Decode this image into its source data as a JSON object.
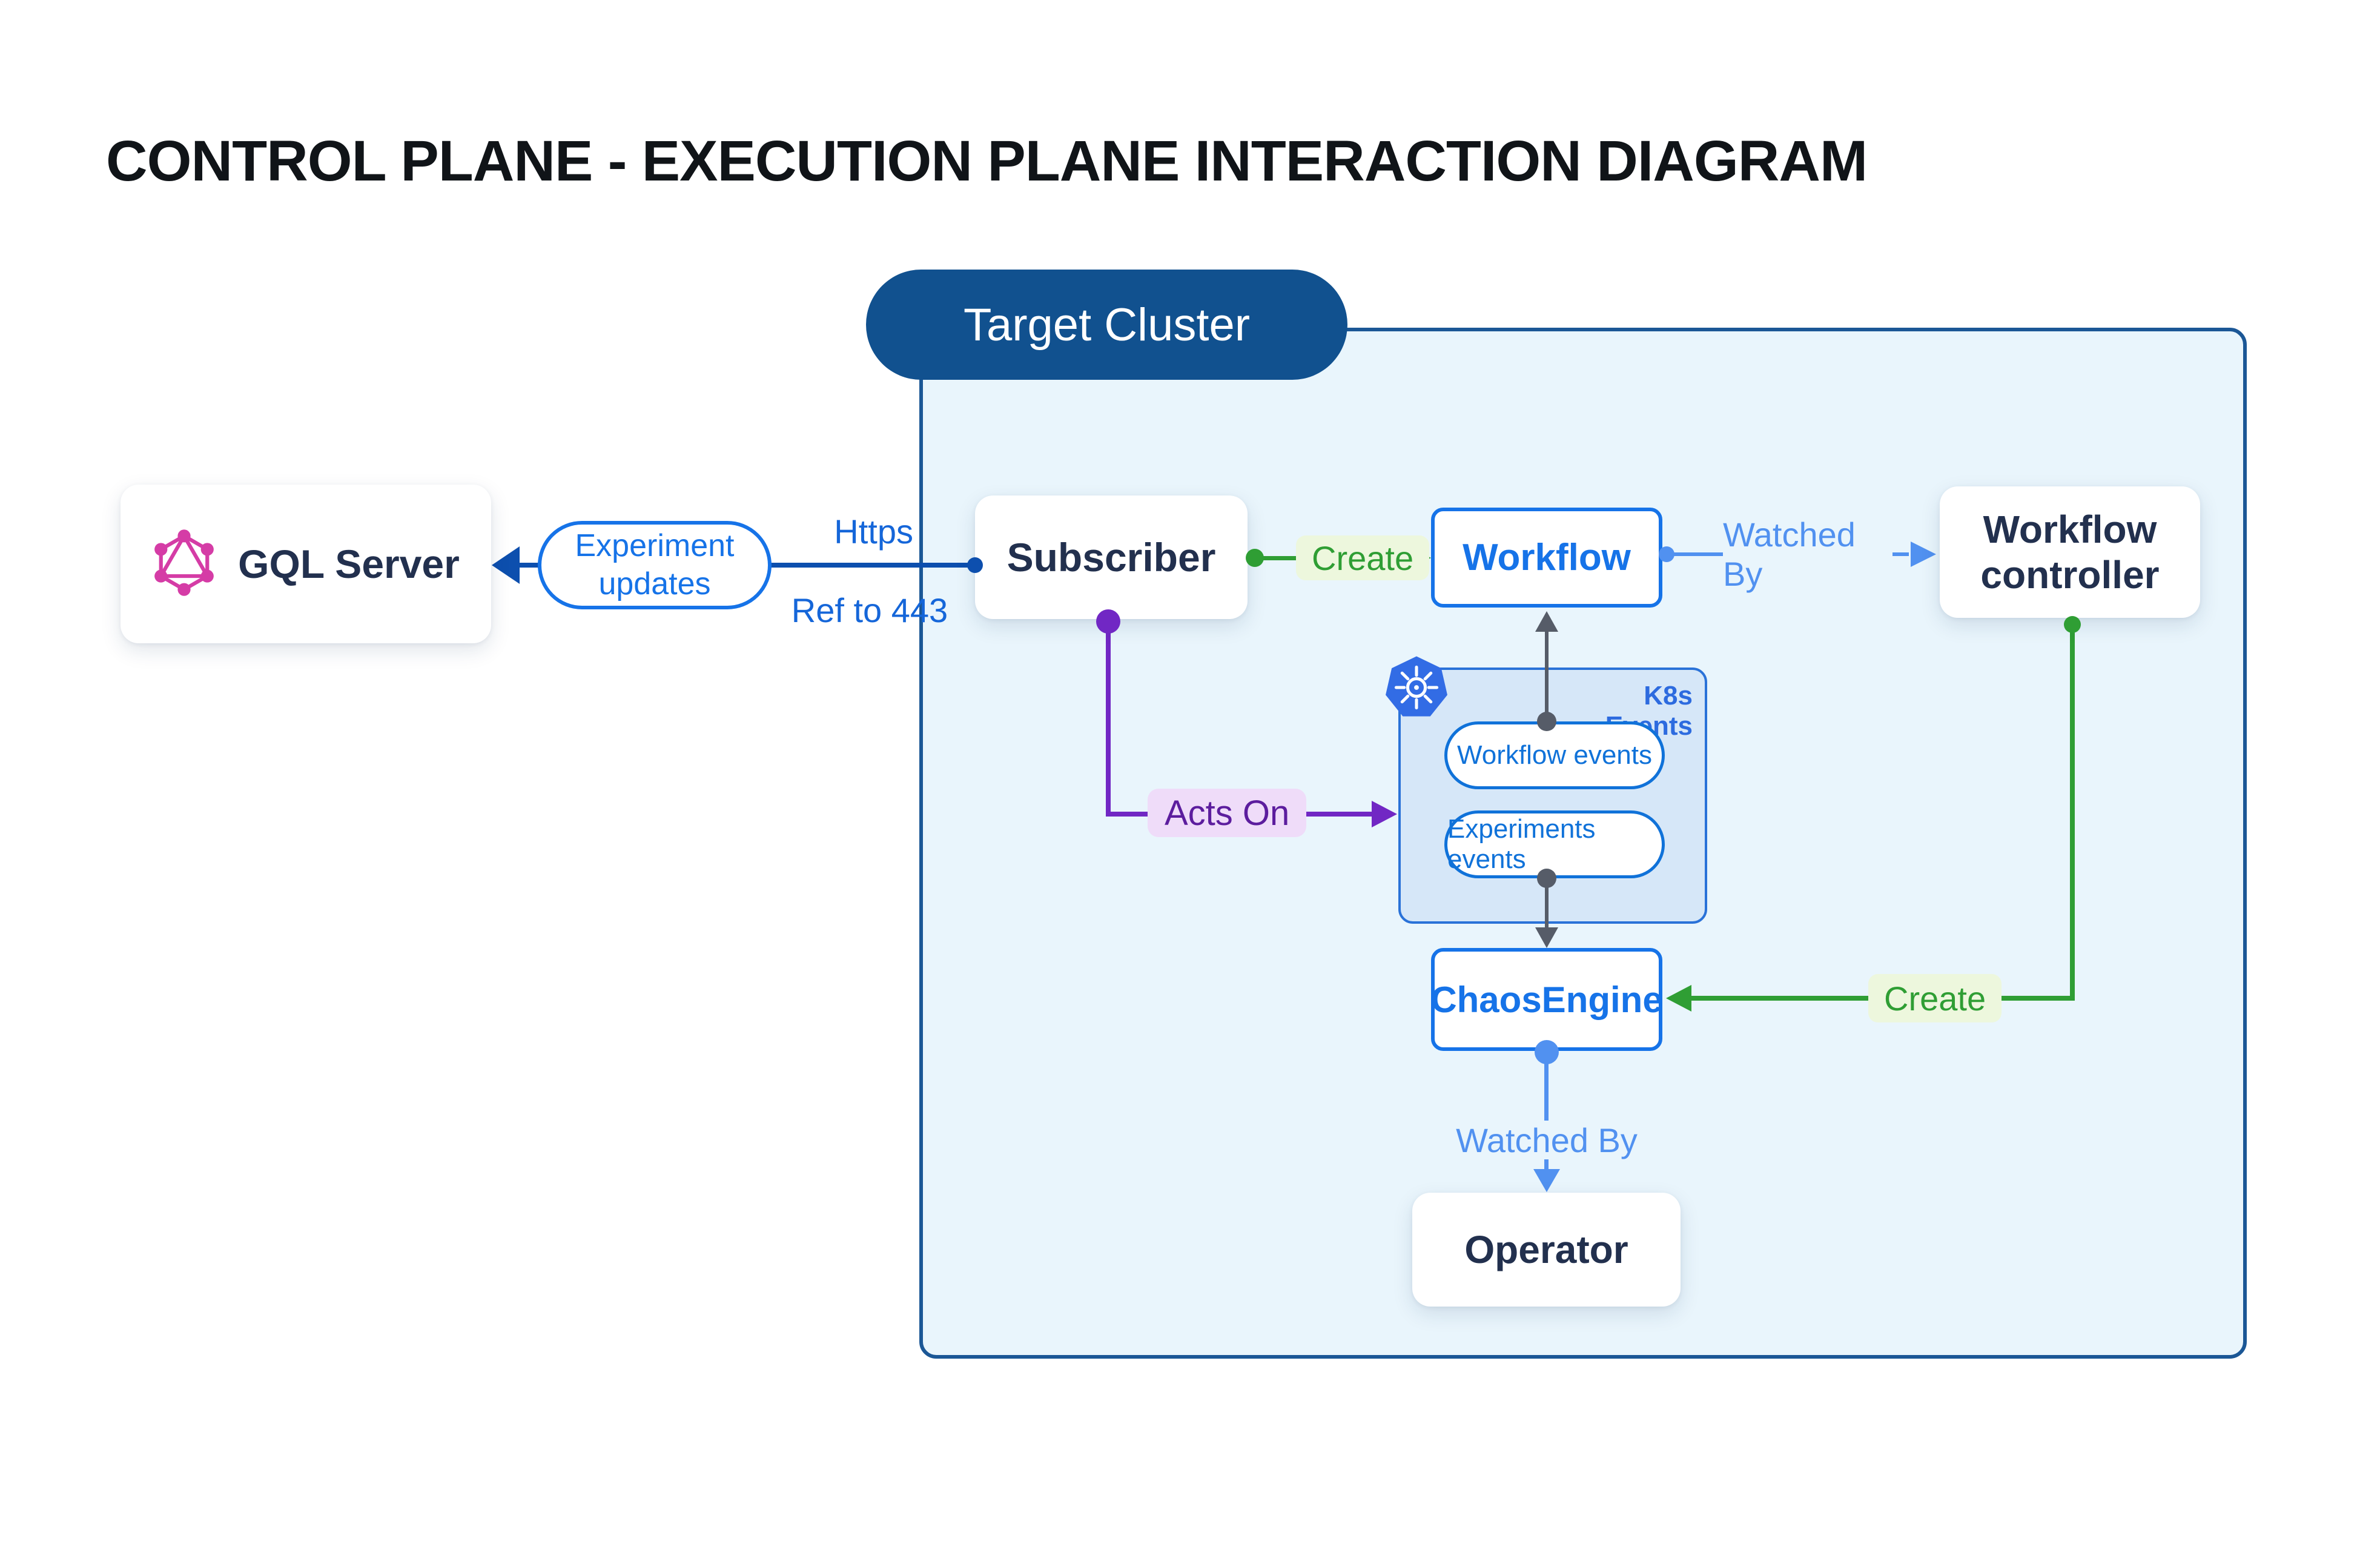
{
  "title": "CONTROL PLANE - EXECUTION PLANE INTERACTION DIAGRAM",
  "cluster": {
    "label": "Target Cluster"
  },
  "nodes": {
    "gql_server": {
      "label": "GQL Server",
      "icon": "graphql-icon"
    },
    "subscriber": {
      "label": "Subscriber"
    },
    "workflow": {
      "label": "Workflow"
    },
    "workflow_controller": {
      "label": "Workflow controller"
    },
    "k8s_events": {
      "label": "K8s Events",
      "icon": "kubernetes-icon",
      "pills": [
        "Workflow events",
        "Experiments events"
      ]
    },
    "chaos_engine": {
      "label": "ChaosEngine"
    },
    "operator": {
      "label": "Operator"
    }
  },
  "edges": {
    "experiment_updates": {
      "label": "Experiment updates"
    },
    "https": {
      "label": "Https"
    },
    "ref_to_443": {
      "label": "Ref to 443"
    },
    "create_workflow": {
      "label": "Create"
    },
    "watched_by_workflow": {
      "label": "Watched By"
    },
    "acts_on": {
      "label": "Acts On"
    },
    "create_chaosengine": {
      "label": "Create"
    },
    "watched_by_operator": {
      "label": "Watched By"
    }
  },
  "colors": {
    "accent_blue": "#1673e8",
    "label_blue": "#1566d9",
    "light_blue": "#5191f0",
    "dark_blue_line": "#0d4fae",
    "cluster_border": "#1b5796",
    "cluster_fill": "#e9f5fc",
    "pill_bg": "#11518f",
    "green": "#2f9e34",
    "green_label_bg": "#edf7dd",
    "purple": "#7127c4",
    "purple_text": "#5c1d9e",
    "purple_label_bg": "#efdcf9",
    "gray": "#565c68",
    "navy_text": "#22304e",
    "k8s_box_fill": "#d6e7f8",
    "k8s_border": "#2a72d8",
    "k8s_label": "#2d6bdf",
    "pill_blue": "#1072d9",
    "k8s_blue": "#326ce5",
    "graphql_pink": "#d53ca6"
  }
}
